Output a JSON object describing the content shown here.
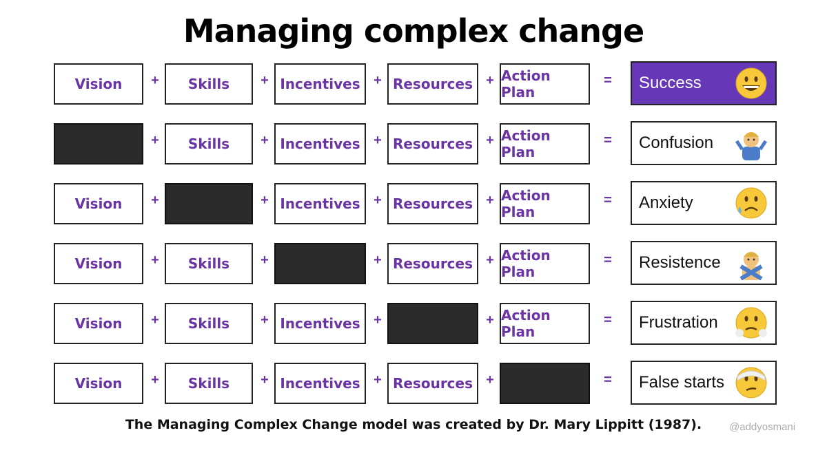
{
  "title": "Managing complex change",
  "operators": {
    "plus": "+",
    "equals": "="
  },
  "rows": [
    {
      "items": [
        "Vision",
        "Skills",
        "Incentives",
        "Resources",
        "Action Plan"
      ],
      "missing": -1,
      "result": "Success",
      "emoji": "grinning-face",
      "highlight": true
    },
    {
      "items": [
        "",
        "Skills",
        "Incentives",
        "Resources",
        "Action Plan"
      ],
      "missing": 0,
      "result": "Confusion",
      "emoji": "person-shrugging"
    },
    {
      "items": [
        "Vision",
        "",
        "Incentives",
        "Resources",
        "Action Plan"
      ],
      "missing": 1,
      "result": "Anxiety",
      "emoji": "sad-sweat-face"
    },
    {
      "items": [
        "Vision",
        "Skills",
        "",
        "Resources",
        "Action Plan"
      ],
      "missing": 2,
      "result": "Resistence",
      "emoji": "person-gesturing-no"
    },
    {
      "items": [
        "Vision",
        "Skills",
        "Incentives",
        "",
        "Action Plan"
      ],
      "missing": 3,
      "result": "Frustration",
      "emoji": "face-with-steam"
    },
    {
      "items": [
        "Vision",
        "Skills",
        "Incentives",
        "Resources",
        ""
      ],
      "missing": 4,
      "result": "False starts",
      "emoji": "face-with-head-bandage"
    }
  ],
  "colors": {
    "accent": "#6638b8",
    "label": "#6a35a3",
    "blank": "#2b2b2b"
  },
  "footer": "The Managing Complex Change model was created by Dr. Mary Lippitt (1987).",
  "handle": "@addyosmani"
}
